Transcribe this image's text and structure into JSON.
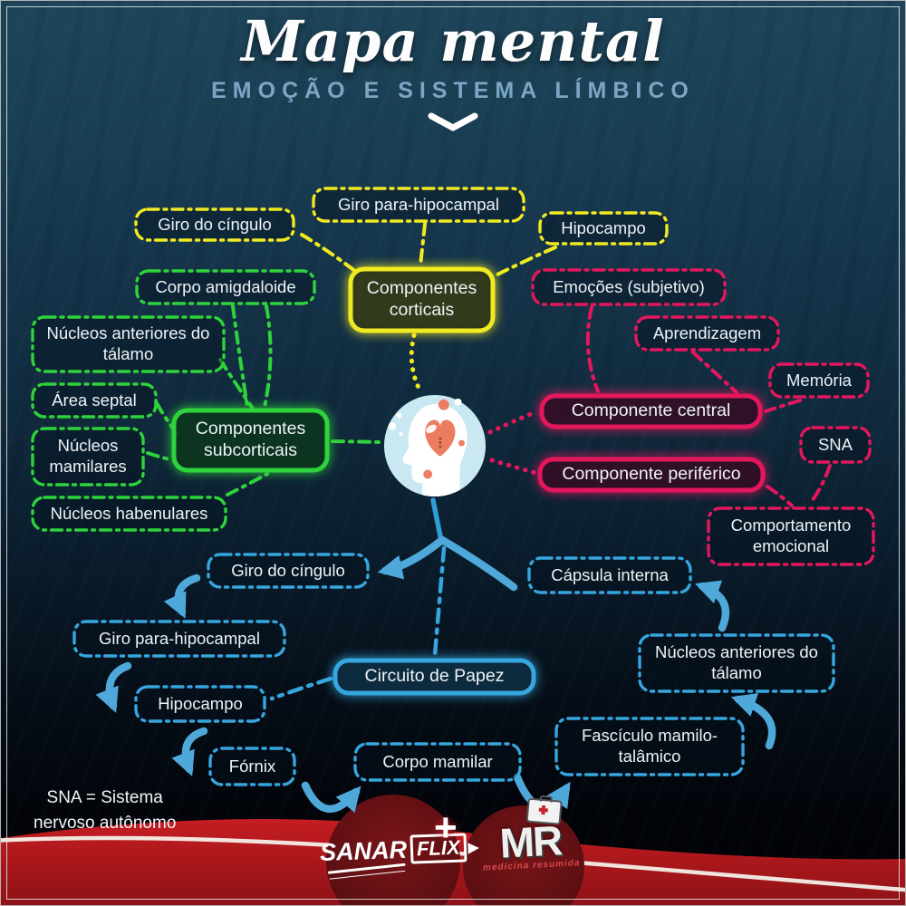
{
  "title": "Mapa mental",
  "subtitle": "EMOÇÃO E SISTEMA LÍMBICO",
  "colors": {
    "yellow": "#f0ea22",
    "green": "#2ed33c",
    "pink": "#e4175c",
    "blue": "#36a6de",
    "arrow_blue": "#4fa8da",
    "band_red": "#bb191e",
    "circle_red": "#5e0f13",
    "icon_circle": "#c9e8f2",
    "icon_heart": "#eb7c60"
  },
  "branches": {
    "cortical": {
      "hub": "Componentes corticais",
      "items": {
        "giro_cingulo": "Giro do cíngulo",
        "giro_para_hipocampal": "Giro para-hipocampal",
        "hipocampo": "Hipocampo"
      }
    },
    "subcortical": {
      "hub": "Componentes subcorticais",
      "items": {
        "corpo_amigdaloide": "Corpo amigdaloide",
        "nucleos_anteriores_talamo": "Núcleos anteriores do tálamo",
        "area_septal": "Área septal",
        "nucleos_mamilares": "Núcleos mamilares",
        "nucleos_habenulares": "Núcleos habenulares"
      }
    },
    "central": {
      "hub": "Componente central",
      "items": {
        "emocoes": "Emoções (subjetivo)",
        "aprendizagem": "Aprendizagem",
        "memoria": "Memória"
      }
    },
    "periferico": {
      "hub": "Componente periférico",
      "items": {
        "sna": "SNA",
        "comportamento": "Comportamento emocional"
      }
    },
    "papez": {
      "hub": "Circuito de Papez",
      "items": {
        "giro_cingulo": "Giro do cíngulo",
        "giro_para_hipocampal": "Giro para-hipocampal",
        "hipocampo": "Hipocampo",
        "fornix": "Fórnix",
        "corpo_mamilar": "Corpo mamilar",
        "fasciculo_mamilo_talamico": "Fascículo mamilo-talâmico",
        "nucleos_anteriores_talamo": "Núcleos anteriores do tálamo",
        "capsula_interna": "Cápsula interna"
      }
    }
  },
  "footnote": {
    "line1": "SNA = Sistema",
    "line2": "nervoso autônomo"
  },
  "footer": {
    "brand1_name": "SANAR",
    "brand1_suffix": "FLIX",
    "plus": "+",
    "brand2_name": "MR",
    "brand2_sub": "medicina resumida"
  }
}
